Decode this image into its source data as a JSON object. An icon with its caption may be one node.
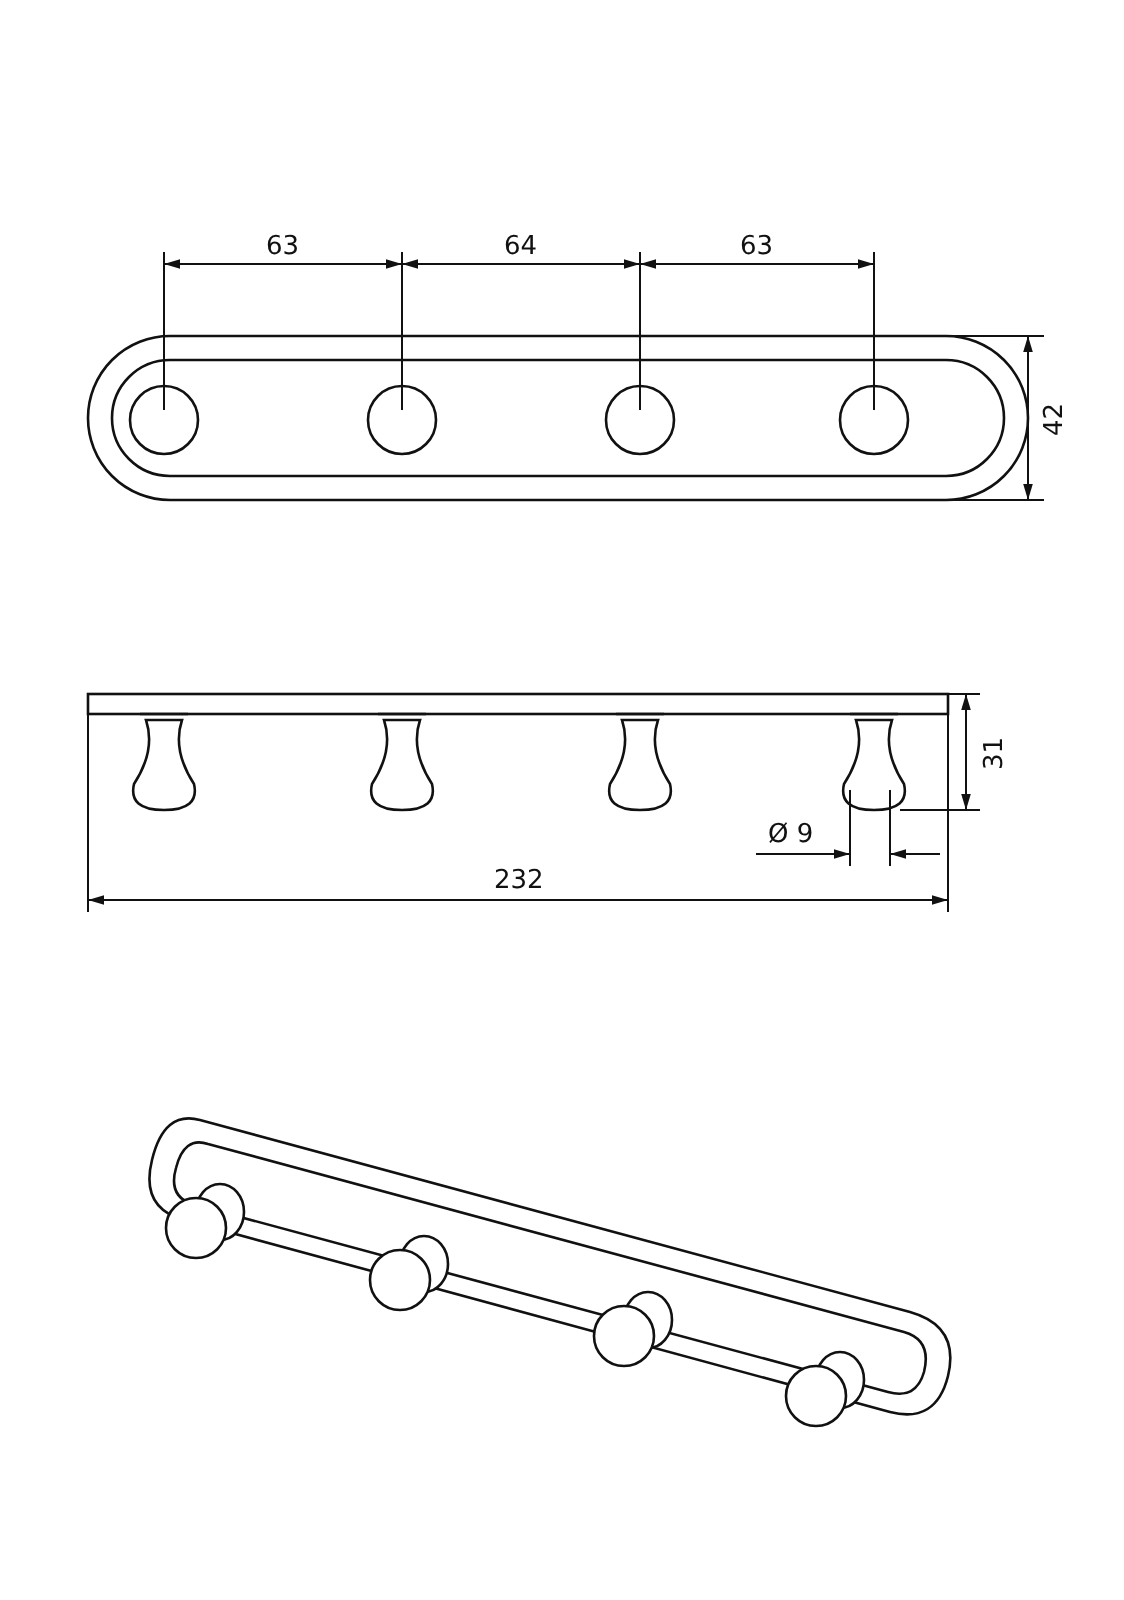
{
  "diagram": {
    "labels": [
      "63",
      "64",
      "63",
      "42",
      "31",
      "Ø 9",
      "232"
    ]
  }
}
